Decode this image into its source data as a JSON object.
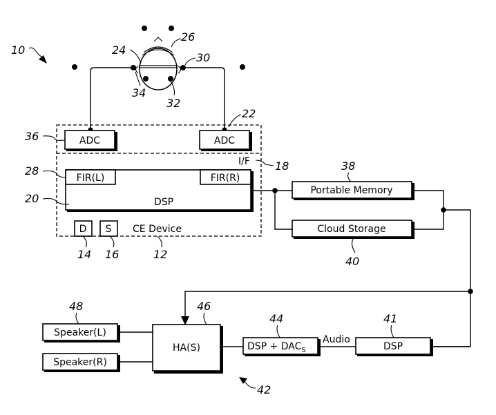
{
  "diagram": {
    "reference_numerals": {
      "system": "10",
      "ce_device": "12",
      "display": "14",
      "storage_s": "16",
      "interface": "18",
      "dsp": "20",
      "adc_right": "22",
      "head_line": "24",
      "head": "26",
      "fir_left": "28",
      "ear_mic_right": "30",
      "head_mic_right": "32",
      "ear_mic_left": "34",
      "adc_left": "36",
      "portable_memory": "38",
      "cloud_storage": "40",
      "dsp_41": "41",
      "hearing_system": "42",
      "dsp_dac": "44",
      "ha": "46",
      "speakers": "48"
    },
    "blocks": {
      "adc_left": "ADC",
      "adc_right": "ADC",
      "interface": "I/F",
      "fir_left": "FIR(L)",
      "fir_right": "FIR(R)",
      "dsp": "DSP",
      "display": "D",
      "storage_s": "S",
      "ce_device": "CE Device",
      "portable_memory": "Portable Memory",
      "cloud_storage": "Cloud Storage",
      "speaker_left": "Speaker(L)",
      "speaker_right": "Speaker(R)",
      "ha": "HA(S)",
      "dsp_dac": "DSP + DAC",
      "dsp_dac_sub": "S",
      "audio_link": "Audio",
      "dsp_41": "DSP"
    }
  }
}
